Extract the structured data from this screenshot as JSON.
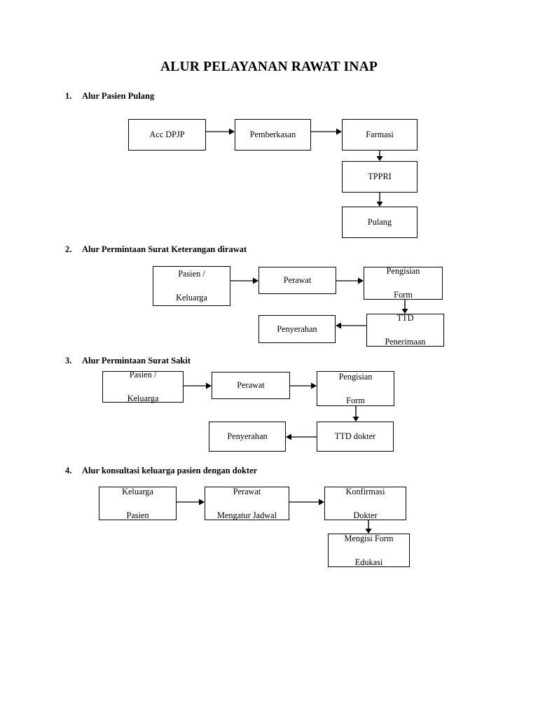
{
  "document": {
    "title": "ALUR PELAYANAN RAWAT INAP"
  },
  "sections": [
    {
      "number": "1.",
      "heading": "Alur Pasien Pulang",
      "nodes": {
        "acc_dpjp": "Acc DPJP",
        "pemberkasan": "Pemberkasan",
        "farmasi": "Farmasi",
        "tppri": "TPPRI",
        "pulang": "Pulang"
      }
    },
    {
      "number": "2.",
      "heading": "Alur Permintaan Surat Keterangan dirawat",
      "nodes": {
        "pasien_keluarga_l1": "Pasien /",
        "pasien_keluarga_l2": "Keluarga",
        "perawat": "Perawat",
        "pengisian_form_l1": "Pengisian",
        "pengisian_form_l2": "Form",
        "ttd_penerimaan_l1": "TTD",
        "ttd_penerimaan_l2": "Penerimaan",
        "penyerahan": "Penyerahan"
      }
    },
    {
      "number": "3.",
      "heading": "Alur Permintaan Surat Sakit",
      "nodes": {
        "pasien_keluarga_l1": "Pasien /",
        "pasien_keluarga_l2": "Keluarga",
        "perawat": "Perawat",
        "pengisian_form_l1": "Pengisian",
        "pengisian_form_l2": "Form",
        "ttd_dokter": "TTD dokter",
        "penyerahan": "Penyerahan"
      }
    },
    {
      "number": "4.",
      "heading": "Alur konsultasi keluarga pasien dengan dokter",
      "nodes": {
        "keluarga_pasien_l1": "Keluarga",
        "keluarga_pasien_l2": "Pasien",
        "perawat_jadwal_l1": "Perawat",
        "perawat_jadwal_l2": "Mengatur Jadwal",
        "konfirmasi_dokter_l1": "Konfirmasi",
        "konfirmasi_dokter_l2": "Dokter",
        "mengisi_form_l1": "Mengisi Form",
        "mengisi_form_l2": "Edukasi"
      }
    }
  ],
  "colors": {
    "page_background": "#ffffff",
    "text": "#000000",
    "box_border": "#000000",
    "arrow": "#000000"
  }
}
